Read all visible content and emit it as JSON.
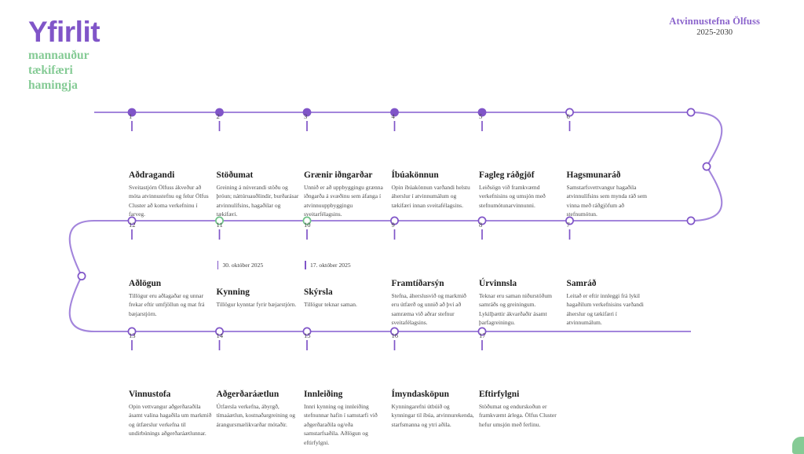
{
  "brand": {
    "title": "Yfirlit",
    "subtitle_lines": [
      "mannauður",
      "tækifæri",
      "hamingja"
    ],
    "title_color": "#8055C8",
    "subtitle_color": "#85CB95"
  },
  "header": {
    "policy_title": "Atvinnustefna Ölfuss",
    "policy_period": "2025-2030"
  },
  "legend": {
    "line_color": "#A385DC",
    "filled_dot_color": "#8055C8",
    "open_dot_color": "#8055C8",
    "green_dot_color": "#6FC287"
  },
  "rows": [
    {
      "direction": "left-to-right",
      "steps": [
        {
          "number": "1",
          "title": "Aðdragandi",
          "desc": "Sveitastjórn Ölfuss ákveður að móta atvinnustefnu og felur Ölfus Cluster að koma verkefninu í farveg.",
          "marker": "filled",
          "date": ""
        },
        {
          "number": "2",
          "title": "Stöðumat",
          "desc": "Greining á núverandi stöðu og þróun; náttúruauðlindir, burðarásar atvinnulífsins, hagaðilar og tækifæri.",
          "marker": "filled",
          "date": ""
        },
        {
          "number": "3",
          "title": "Grænir iðngarðar",
          "desc": "Unnið er að uppbyggingu grænna iðngarða á svæðinu sem áfanga í atvinnuuppbyggingu sveitarfélagsins.",
          "marker": "filled",
          "date": ""
        },
        {
          "number": "4",
          "title": "Íbúakönnun",
          "desc": "Opin íbúakönnun varðandi helstu áherslur í atvinnumálum og tækifæri innan sveitafélagsins.",
          "marker": "filled",
          "date": ""
        },
        {
          "number": "5",
          "title": "Fagleg ráðgjöf",
          "desc": "Leiðsögn við framkvæmd verkefnisins og umsjón með stefnumótunarvinnunni.",
          "marker": "filled",
          "date": ""
        },
        {
          "number": "6",
          "title": "Hagsmunaráð",
          "desc": "Samstarfsvettvangur hagaðila atvinnulífsins sem mynda ráð sem vinna með ráðgjöfum að stefnumótun.",
          "marker": "open",
          "date": ""
        }
      ]
    },
    {
      "direction": "right-to-left",
      "steps": [
        {
          "number": "12",
          "title": "Aðlögun",
          "desc": "Tillögur eru aðlagaðar og unnar frekar eftir umfjöllun og mat frá bæjarstjórn.",
          "marker": "open",
          "date": ""
        },
        {
          "number": "11",
          "title": "Kynning",
          "desc": "Tillögur kynntar fyrir bæjarstjórn.",
          "marker": "green",
          "date": "30. október 2025"
        },
        {
          "number": "10",
          "title": "Skýrsla",
          "desc": "Tillögur teknar saman.",
          "marker": "green",
          "date": "17. október 2025"
        },
        {
          "number": "9",
          "title": "Framtíðarsýn",
          "desc": "Stefna, áherslusvið og markmið eru útfærð og unnið að því að samræma við aðrar stefnur sveitafélagsins.",
          "marker": "open",
          "date": ""
        },
        {
          "number": "8",
          "title": "Úrvinnsla",
          "desc": "Teknar eru saman niðurstöðum samráðs og greiningum. Lykilþættir ákvarðaðir ásamt þarfagreiningu.",
          "marker": "open",
          "date": ""
        },
        {
          "number": "7",
          "title": "Samráð",
          "desc": "Leitað er eftir innleggi frá lykil hagaðilum verkefnisins varðandi áherslur og tækifæri í atvinnumálum.",
          "marker": "open",
          "date": ""
        }
      ]
    },
    {
      "direction": "left-to-right",
      "steps": [
        {
          "number": "13",
          "title": "Vinnustofa",
          "desc": "Opin vettvangur aðgerðaraðila ásamt valina hagaðila um markmið og útfærslur verkefna til undirbúnings aðgerðaráætlunnar.",
          "marker": "open",
          "date": ""
        },
        {
          "number": "14",
          "title": "Aðgerðaráætlun",
          "desc": "Útfærsla verkefna, ábyrgð, tímaáætlun, kostnaðargreining og árangursmælikvarðar mótaðir.",
          "marker": "open",
          "date": ""
        },
        {
          "number": "15",
          "title": "Innleiðing",
          "desc": "Innri kynning og innleiðing stefnunnar hafin í samstarfi við aðgerðaraðila og/eða samstarfsaðila. Aðlögun og eftirfylgni.",
          "marker": "open",
          "date": ""
        },
        {
          "number": "16",
          "title": "Ímyndasköpun",
          "desc": "Kynningarefni útbúið og kynningar til íbúa, atvinnurekenda, starfsmanna og ytri aðila.",
          "marker": "open",
          "date": ""
        },
        {
          "number": "17",
          "title": "Eftirfylgni",
          "desc": "Stöðumat og endurskoðun er framkvæmt árlega. Ölfus Cluster hefur umsjón með ferlinu.",
          "marker": "open",
          "date": ""
        }
      ]
    }
  ]
}
